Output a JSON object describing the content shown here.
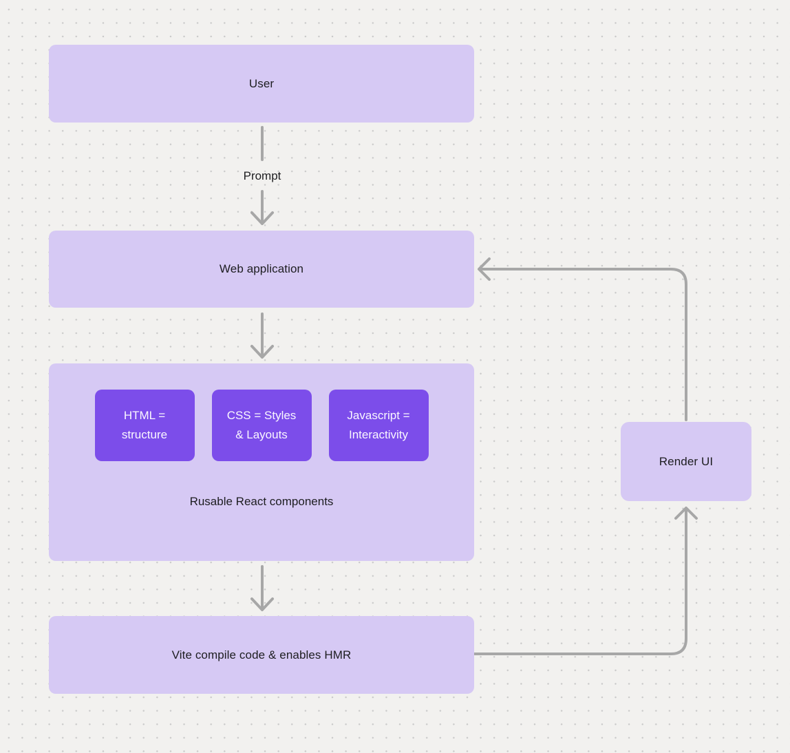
{
  "diagram": {
    "colors": {
      "node_fill": "#d6c9f4",
      "component_fill": "#7c4dea",
      "component_text": "#faf7ff",
      "connector": "#a7a7a7",
      "text": "#1d1d20",
      "canvas_bg": "#f2f1ef",
      "dot": "#c9c9c9"
    },
    "nodes": {
      "user": {
        "label": "User"
      },
      "web_application": {
        "label": "Web application"
      },
      "components_group": {
        "caption": "Rusable React components",
        "items": [
          {
            "line1": "HTML =",
            "line2": "structure"
          },
          {
            "line1": "CSS = Styles",
            "line2": "& Layouts"
          },
          {
            "line1": "Javascript =",
            "line2": "Interactivity"
          }
        ]
      },
      "vite": {
        "label": "Vite compile code & enables HMR"
      },
      "render_ui": {
        "label": "Render UI"
      }
    },
    "edges": {
      "prompt_label": "Prompt"
    }
  }
}
